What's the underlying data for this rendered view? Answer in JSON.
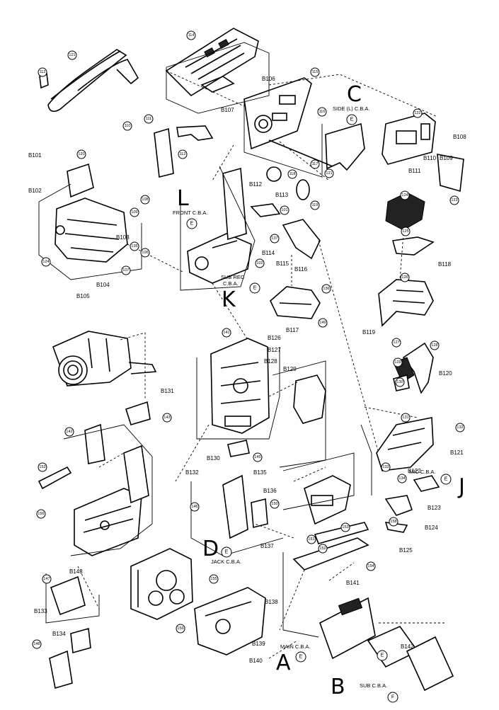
{
  "callouts": [
    "101",
    "102",
    "103",
    "104",
    "105",
    "106",
    "107",
    "108",
    "109",
    "110",
    "111",
    "112",
    "113",
    "114",
    "115",
    "116",
    "117",
    "118",
    "119",
    "120",
    "121",
    "122",
    "123",
    "124",
    "125",
    "126",
    "127",
    "128",
    "129",
    "130",
    "131",
    "132",
    "133",
    "134",
    "135",
    "136",
    "137",
    "138",
    "139",
    "140",
    "141",
    "142",
    "143",
    "144",
    "145",
    "146",
    "147",
    "148",
    "149",
    "150",
    "151",
    "152",
    "153",
    "154",
    "155",
    "156",
    "157",
    "158"
  ],
  "screws": [
    "B101",
    "B102",
    "B103",
    "B104",
    "B105",
    "B106",
    "B107",
    "B108",
    "B109",
    "B110",
    "B111",
    "B112",
    "B113",
    "B114",
    "B115",
    "B116",
    "B117",
    "B118",
    "B119",
    "B120",
    "B121",
    "B122",
    "B123",
    "B124",
    "B125",
    "B126",
    "B127",
    "B128",
    "B129",
    "B130",
    "B131",
    "B132",
    "B133",
    "B134",
    "B135",
    "B136",
    "B137",
    "B138",
    "B139",
    "B140",
    "B141",
    "B142",
    "B143"
  ],
  "boards": {
    "front": "FRONT C.B.A.",
    "sub_rec_1": "SUB REC",
    "sub_rec_2": "C.B.A.",
    "side_l": "SIDE (L) C.B.A.",
    "mic": "MIC C.B.A.",
    "jack": "JACK C.B.A.",
    "main": "MAIN C.B.A.",
    "sub": "SUB C.B.A."
  },
  "board_rings": [
    "E",
    "E",
    "E",
    "E",
    "E",
    "E",
    "E",
    "F"
  ],
  "handwritten": [
    "C",
    "L",
    "K",
    "D",
    "J",
    "A",
    "B"
  ]
}
